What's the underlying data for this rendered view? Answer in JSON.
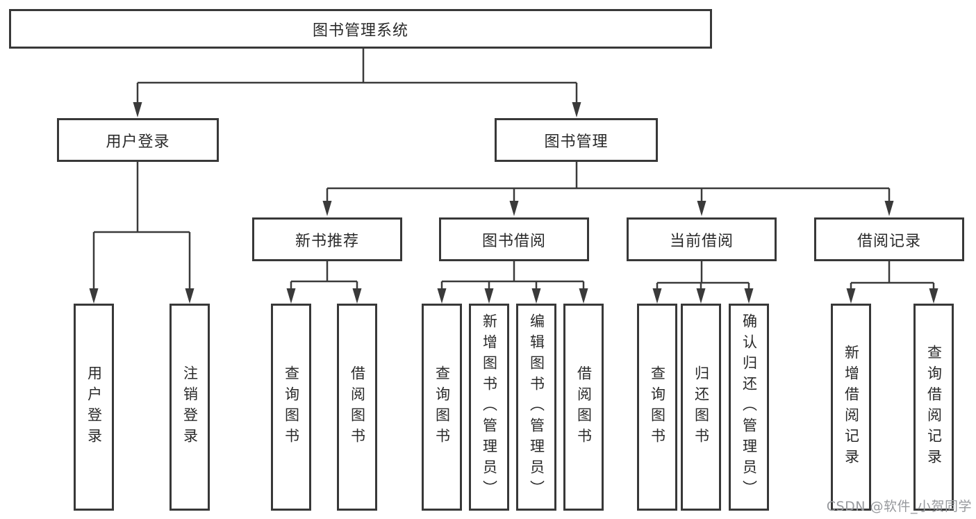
{
  "diagram": {
    "root": "图书管理系统",
    "level2": [
      "用户登录",
      "图书管理"
    ],
    "level3": [
      "新书推荐",
      "图书借阅",
      "当前借阅",
      "借阅记录"
    ],
    "leaves": [
      "用户登录",
      "注销登录",
      "查询图书",
      "借阅图书",
      "查询图书",
      "新增图书（管理员）",
      "编辑图书（管理员）",
      "借阅图书",
      "查询图书",
      "归还图书",
      "确认归还（管理员）",
      "新增借阅记录",
      "查询借阅记录"
    ]
  },
  "watermark": "CSDN @软件_小贺同学",
  "colors": {
    "line": "#3a3a3a",
    "text": "#2a2a2a",
    "watermark": "#97999d",
    "background": "#ffffff"
  }
}
